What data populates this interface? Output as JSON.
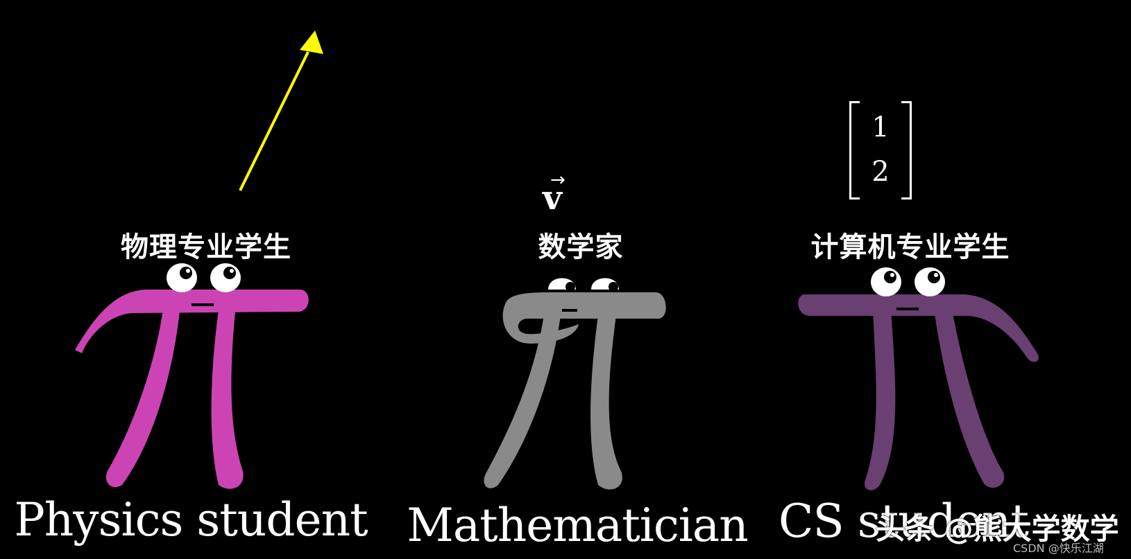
{
  "characters": [
    {
      "id": "physics",
      "cn_label": "物理专业学生",
      "en_label": "Physics student",
      "color": "#cc44b4"
    },
    {
      "id": "math",
      "cn_label": "数学家",
      "en_label": "Mathematician",
      "color": "#8a8a8a"
    },
    {
      "id": "cs",
      "cn_label": "计算机专业学生",
      "en_label": "CS student",
      "color": "#6a3f72"
    }
  ],
  "vector_arrow_color": "#ffff00",
  "vector_symbol": "v",
  "vector_symbol_arrow": "→",
  "matrix": [
    "1",
    "2"
  ],
  "watermark": "头条 @熊大学数学",
  "csdn_credit": "CSDN @快乐江湖"
}
